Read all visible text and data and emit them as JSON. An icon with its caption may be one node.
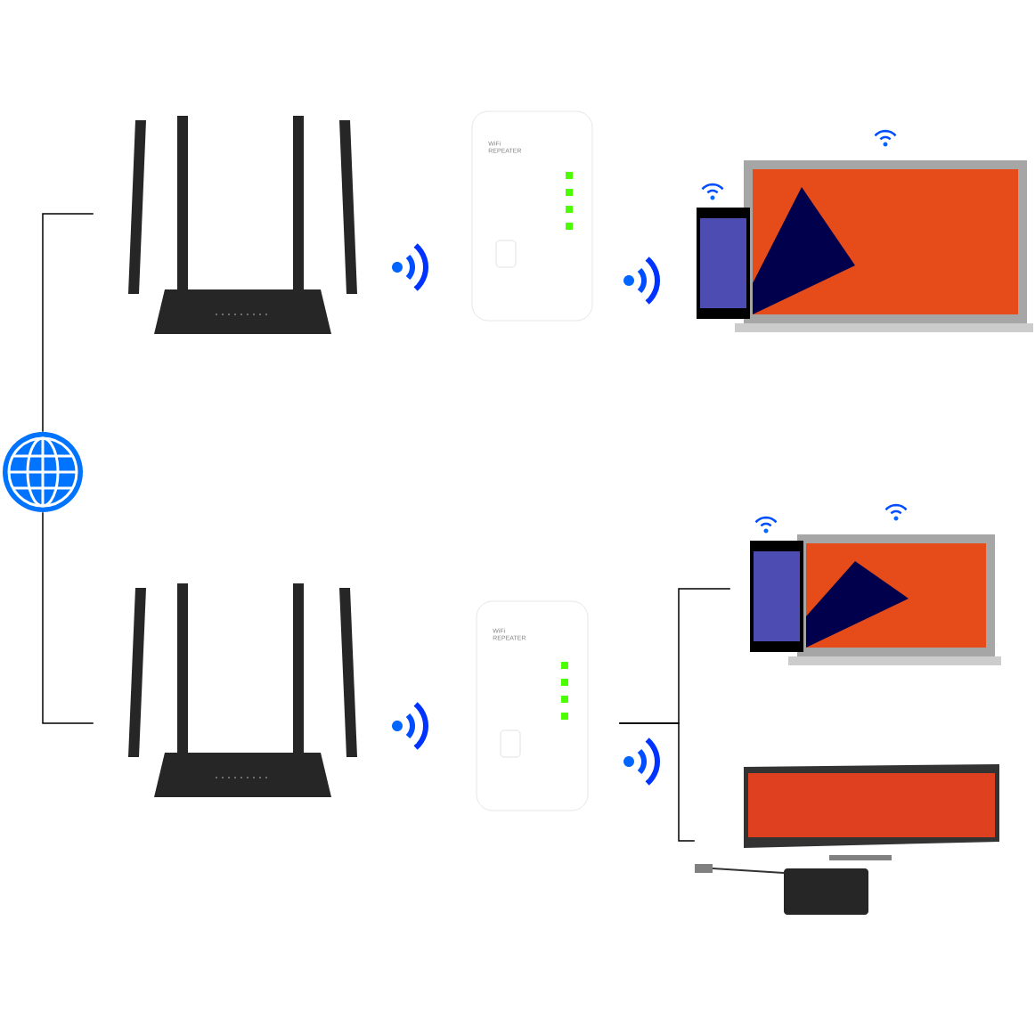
{
  "diagram": {
    "nodes": [
      {
        "text": [],
        "shape": "picture"
      },
      {
        "text": [],
        "shape": "picture"
      },
      {
        "text": [],
        "shape": "picture"
      },
      {
        "text": [],
        "shape": "picture"
      },
      {
        "text": [],
        "shape": "picture"
      },
      {
        "text": [],
        "shape": "picture"
      },
      {
        "text": [],
        "shape": "picture"
      },
      {
        "text": [],
        "shape": "picture"
      }
    ],
    "edges": [
      {
        "from": 0,
        "to": 1,
        "arrow": "none"
      },
      {
        "from": 0,
        "to": 4,
        "arrow": "none"
      },
      {
        "from": 5,
        "to": 6,
        "arrow": "none"
      },
      {
        "from": 5,
        "to": 7,
        "arrow": "none"
      }
    ],
    "labels": [
      "WiFi REPEATER",
      "WiFi REPEATER"
    ]
  }
}
